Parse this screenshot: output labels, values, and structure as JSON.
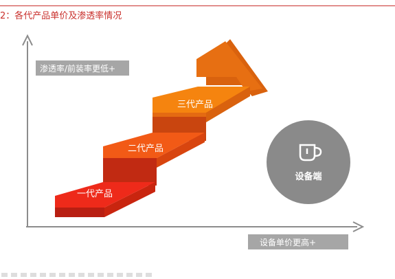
{
  "figure": {
    "title": "2：各代产品单价及渗透率情况"
  },
  "axes": {
    "y_label": "渗透率/前装率更低+",
    "x_label": "设备单价更高+"
  },
  "steps": [
    {
      "label": "一代产品",
      "color": "#ee2a1a"
    },
    {
      "label": "二代产品",
      "color": "#f25a16"
    },
    {
      "label": "三代产品",
      "color": "#f5840f"
    }
  ],
  "badge": {
    "label": "设备端",
    "icon": "cup-icon",
    "color": "#8a8a8a"
  },
  "colors": {
    "title": "#c9302c",
    "axis": "#8c8c8c",
    "label_box": "#a6a6a6",
    "arrow": "#e76f12"
  }
}
